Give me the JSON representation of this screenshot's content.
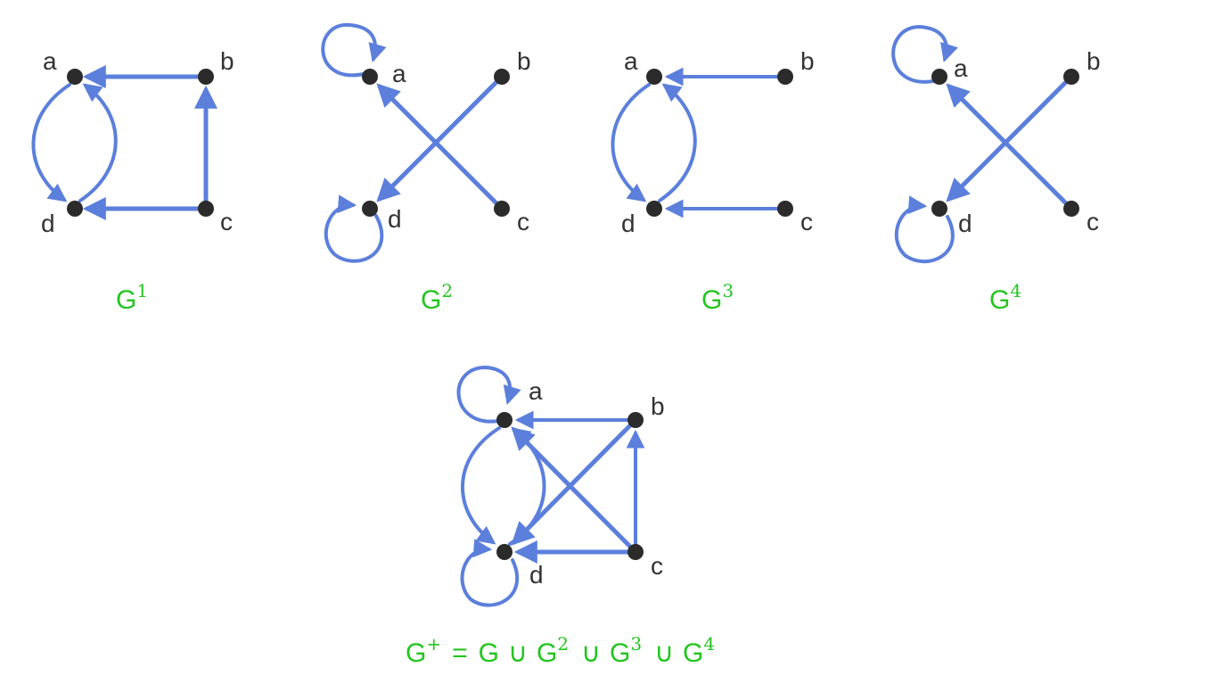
{
  "colors": {
    "edge": "#5b7fdb",
    "node": "#2b2b2b",
    "caption": "#22c51f",
    "label": "#333333"
  },
  "graphs": [
    {
      "id": "g1",
      "caption": {
        "base": "G",
        "sup": "1"
      },
      "nodes": [
        {
          "id": "a",
          "label": "a"
        },
        {
          "id": "b",
          "label": "b"
        },
        {
          "id": "c",
          "label": "c"
        },
        {
          "id": "d",
          "label": "d"
        }
      ],
      "edges": [
        "b→a",
        "c→b",
        "c→d",
        "a→d",
        "d→a"
      ]
    },
    {
      "id": "g2",
      "caption": {
        "base": "G",
        "sup": "2"
      },
      "nodes": [
        {
          "id": "a",
          "label": "a"
        },
        {
          "id": "b",
          "label": "b"
        },
        {
          "id": "c",
          "label": "c"
        },
        {
          "id": "d",
          "label": "d"
        }
      ],
      "edges": [
        "a→a",
        "d→d",
        "c→a",
        "b→d"
      ]
    },
    {
      "id": "g3",
      "caption": {
        "base": "G",
        "sup": "3"
      },
      "nodes": [
        {
          "id": "a",
          "label": "a"
        },
        {
          "id": "b",
          "label": "b"
        },
        {
          "id": "c",
          "label": "c"
        },
        {
          "id": "d",
          "label": "d"
        }
      ],
      "edges": [
        "b→a",
        "c→d",
        "a→d",
        "d→a"
      ]
    },
    {
      "id": "g4",
      "caption": {
        "base": "G",
        "sup": "4"
      },
      "nodes": [
        {
          "id": "a",
          "label": "a"
        },
        {
          "id": "b",
          "label": "b"
        },
        {
          "id": "c",
          "label": "c"
        },
        {
          "id": "d",
          "label": "d"
        }
      ],
      "edges": [
        "a→a",
        "d→d",
        "c→a",
        "b→d"
      ]
    },
    {
      "id": "gplus",
      "nodes": [
        {
          "id": "a",
          "label": "a"
        },
        {
          "id": "b",
          "label": "b"
        },
        {
          "id": "c",
          "label": "c"
        },
        {
          "id": "d",
          "label": "d"
        }
      ],
      "edges": [
        "a→a",
        "d→d",
        "b→a",
        "c→b",
        "c→d",
        "a→d",
        "d→a",
        "c→a",
        "b→d"
      ]
    }
  ],
  "union_caption": {
    "g_plus": "G",
    "plus_sup": "+",
    "equals": "=",
    "g": "G",
    "union": "∪",
    "g2": "G",
    "sup2": "2",
    "g3": "G",
    "sup3": "3",
    "g4": "G",
    "sup4": "4"
  }
}
